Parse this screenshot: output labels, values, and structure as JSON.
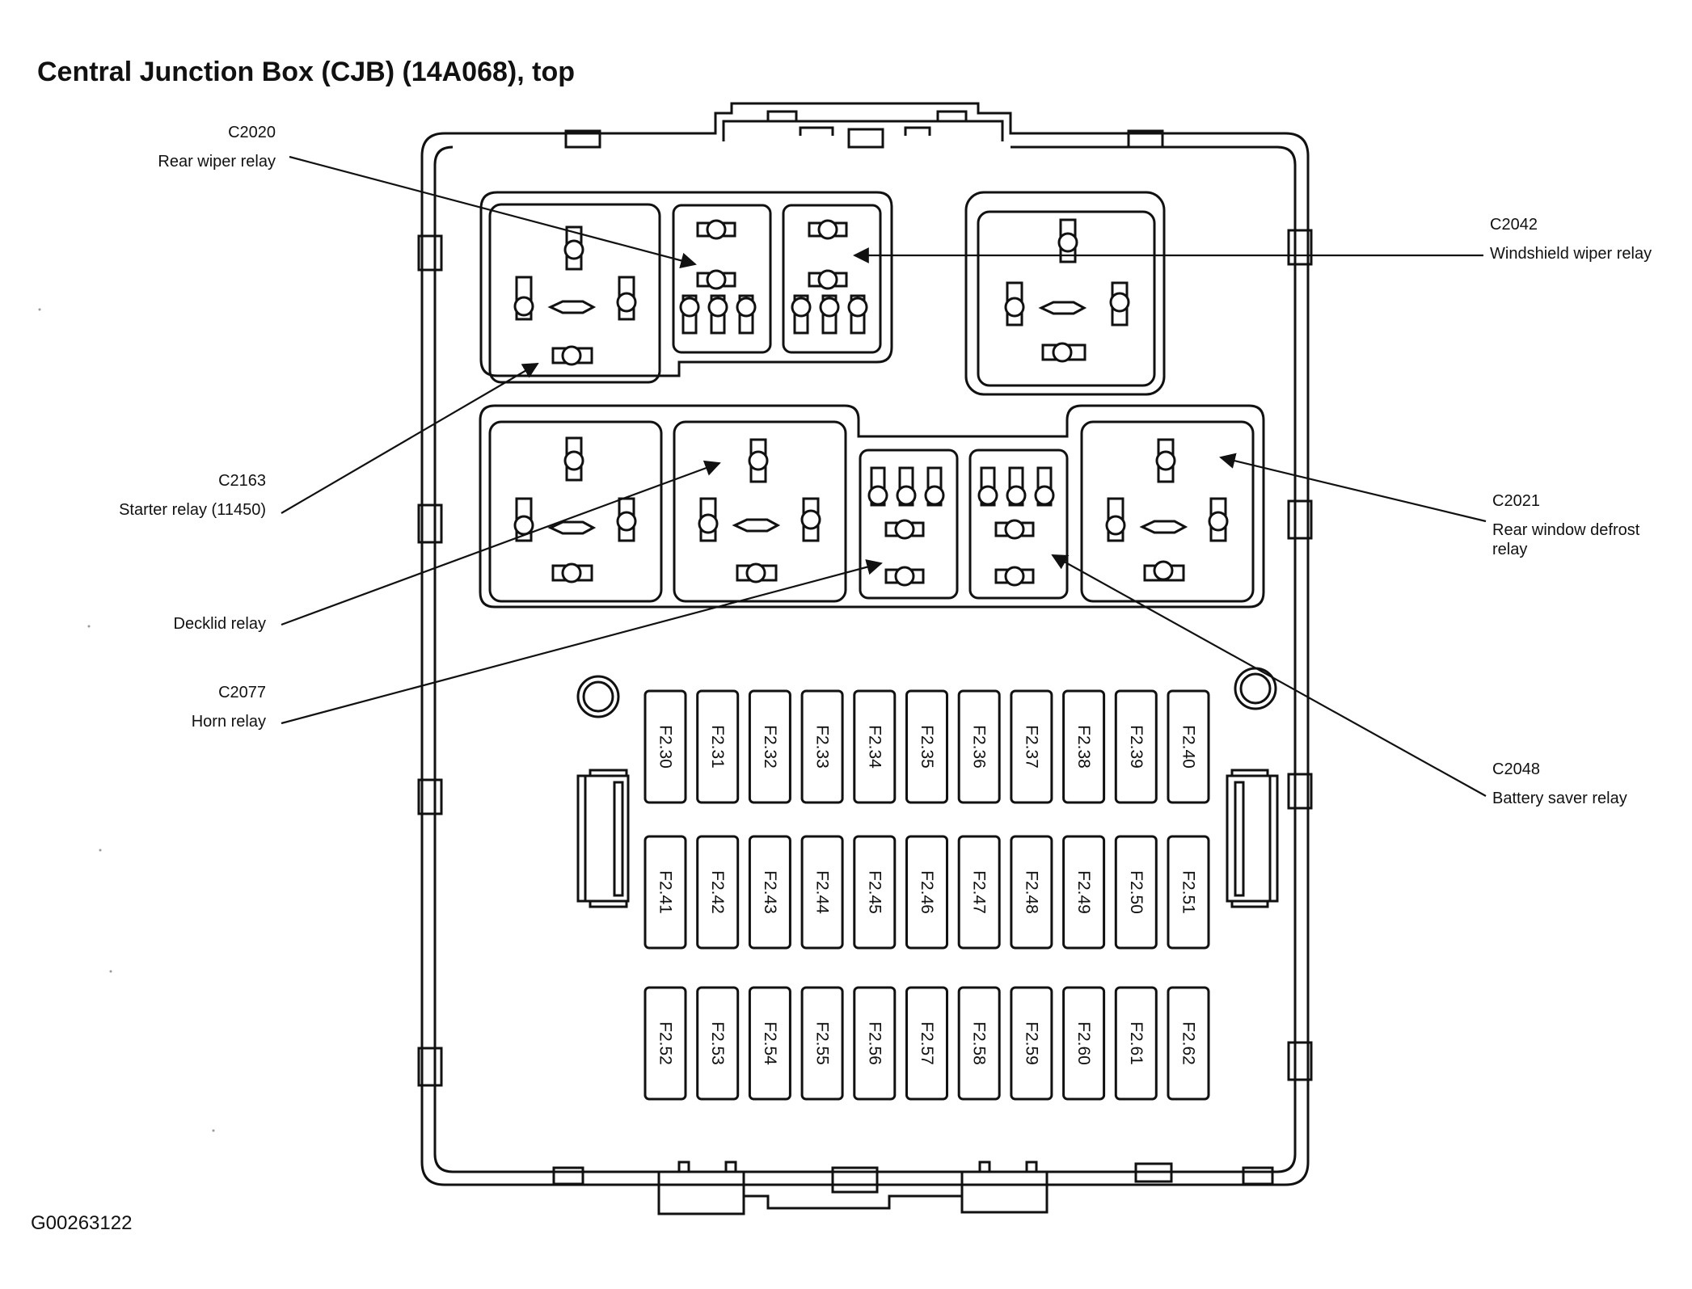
{
  "title": "Central Junction Box (CJB) (14A068), top",
  "document_id": "G00263122",
  "callouts": [
    {
      "code": "C2020",
      "name": "Rear wiper relay"
    },
    {
      "code": "C2163",
      "name": "Starter relay (11450)"
    },
    {
      "code": "",
      "name": "Decklid relay"
    },
    {
      "code": "C2077",
      "name": "Horn relay"
    },
    {
      "code": "C2042",
      "name": "Windshield wiper relay"
    },
    {
      "code": "C2021",
      "name": "Rear window defrost relay"
    },
    {
      "code": "C2048",
      "name": "Battery saver relay"
    }
  ],
  "fuse_rows": [
    [
      "F2.30",
      "F2.31",
      "F2.32",
      "F2.33",
      "F2.34",
      "F2.35",
      "F2.36",
      "F2.37",
      "F2.38",
      "F2.39",
      "F2.40"
    ],
    [
      "F2.41",
      "F2.42",
      "F2.43",
      "F2.44",
      "F2.45",
      "F2.46",
      "F2.47",
      "F2.48",
      "F2.49",
      "F2.50",
      "F2.51"
    ],
    [
      "F2.52",
      "F2.53",
      "F2.54",
      "F2.55",
      "F2.56",
      "F2.57",
      "F2.58",
      "F2.59",
      "F2.60",
      "F2.61",
      "F2.62"
    ]
  ]
}
